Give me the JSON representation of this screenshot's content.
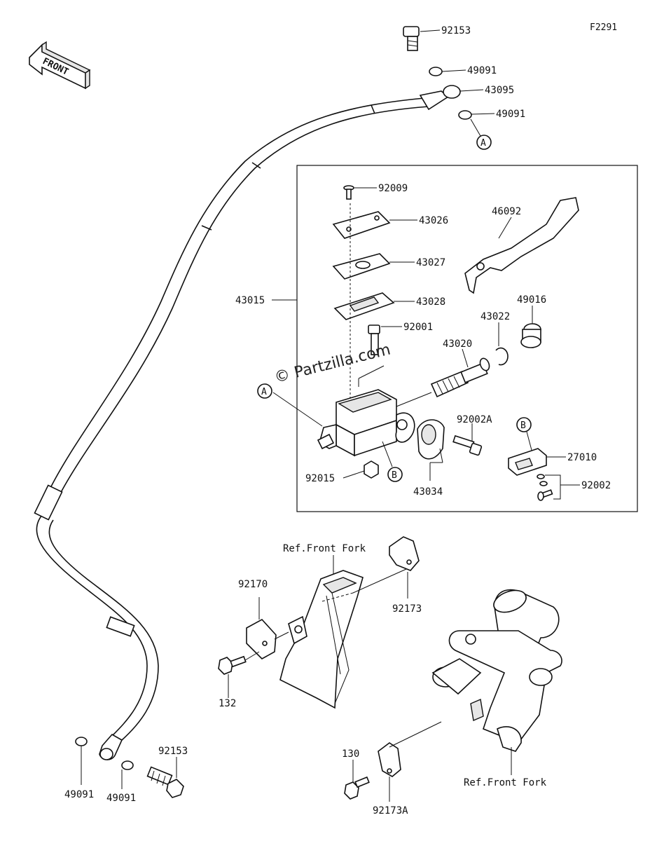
{
  "figure_code": "F2291",
  "front_arrow_text": "FRONT",
  "watermark": "© Partzilla.com",
  "callouts": {
    "a_main": "A",
    "a_top": "A",
    "b_main": "B",
    "b_right": "B"
  },
  "parts": {
    "p92153_top": "92153",
    "p49091_a": "49091",
    "p43095": "43095",
    "p49091_b": "49091",
    "p92009": "92009",
    "p43026": "43026",
    "p43027": "43027",
    "p43028": "43028",
    "p43015": "43015",
    "p46092": "46092",
    "p92001": "92001",
    "p43022": "43022",
    "p49016": "49016",
    "p43020": "43020",
    "p92002A": "92002A",
    "p27010": "27010",
    "p92002": "92002",
    "p92015": "92015",
    "p43034": "43034",
    "ref_front_fork_1": "Ref.Front Fork",
    "p92170": "92170",
    "p92173": "92173",
    "p132": "132",
    "p49091_c": "49091",
    "p92153_bottom": "92153",
    "p49091_d": "49091",
    "p130": "130",
    "p92173A": "92173A",
    "ref_front_fork_2": "Ref.Front Fork"
  }
}
